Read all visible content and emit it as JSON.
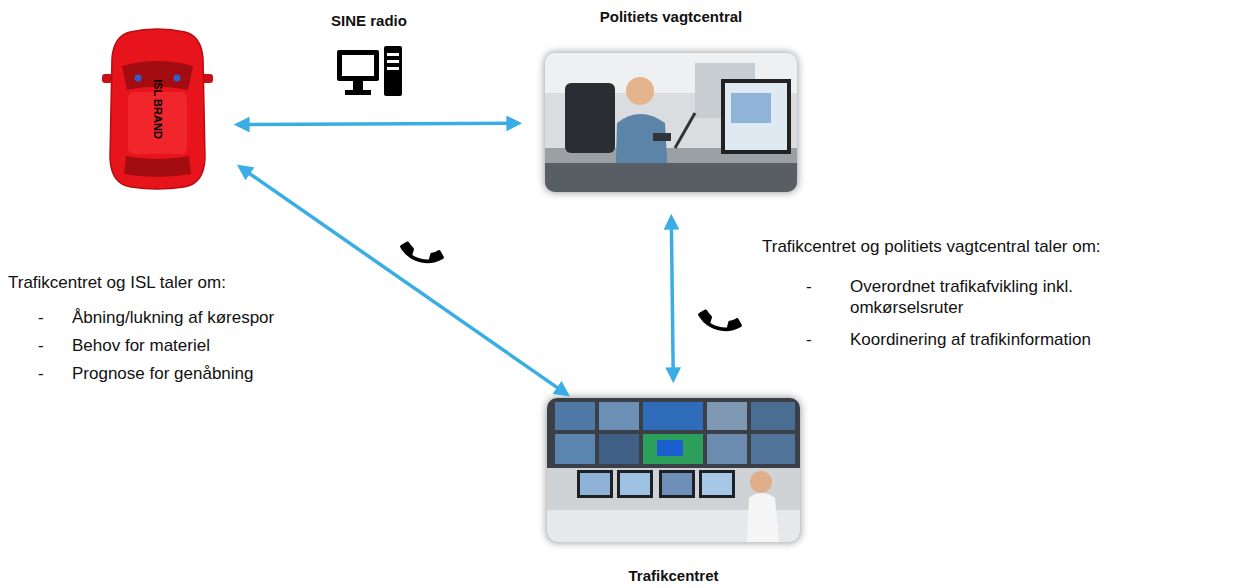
{
  "diagram": {
    "nodes": [
      {
        "text": [
          "ISL BRAND"
        ]
      },
      {
        "text": [
          "Politiets vagtcentral"
        ]
      },
      {
        "text": [
          "Trafikcentret"
        ]
      }
    ],
    "edges": [
      {
        "from": 0,
        "to": 1,
        "arrow": "both",
        "label": "SINE radio"
      },
      {
        "from": 0,
        "to": 2,
        "arrow": "both"
      },
      {
        "from": 1,
        "to": 2,
        "arrow": "both"
      }
    ],
    "labels": [
      "Trafikcentret og ISL taler om:",
      "-",
      "Åbning/lukning af kørespor",
      "-",
      "Behov for materiel",
      "-",
      "Prognose for genåbning",
      "Trafikcentret og politiets vagtcentral taler om:",
      "-",
      "Overordnet trafikafvikling inkl. omkørselsruter",
      "-",
      "Koordinering af trafikinformation"
    ]
  }
}
